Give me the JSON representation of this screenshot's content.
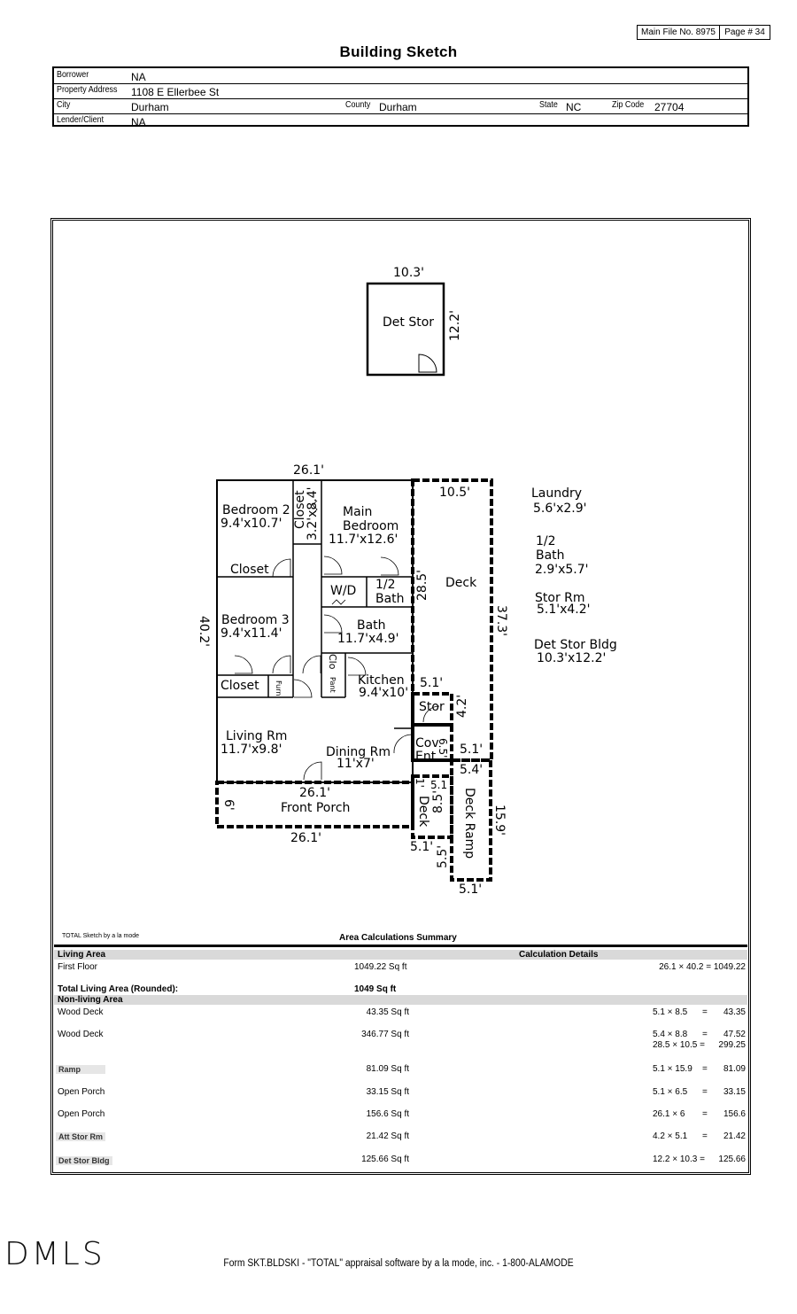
{
  "header": {
    "main_file": "Main File No. 8975",
    "page": "Page # 34",
    "title": "Building Sketch"
  },
  "info": {
    "borrower_label": "Borrower",
    "borrower": "NA",
    "address_label": "Property Address",
    "address": "1108 E Ellerbee St",
    "city_label": "City",
    "city": "Durham",
    "county_label": "County",
    "county": "Durham",
    "state_label": "State",
    "state": "NC",
    "zip_label": "Zip Code",
    "zip": "27704",
    "lender_label": "Lender/Client",
    "lender": "NA"
  },
  "sketch": {
    "det_stor_w": "10.3'",
    "det_stor_h": "12.2'",
    "det_stor": "Det Stor",
    "top_width": "26.1'",
    "left_height": "40.2'",
    "bedroom2": "Bedroom 2",
    "bedroom2_dim": "9.4'x10.7'",
    "closet_v": "Closet",
    "closet_v_dim": "3.2'x8.4'",
    "main_bed_1": "Main",
    "main_bed_2": "Bedroom",
    "main_bed_dim": "11.7'x12.6'",
    "closet1": "Closet",
    "wd": "W/D",
    "half_bath_1": "1/2",
    "half_bath_2": "Bath",
    "bedroom3": "Bedroom 3",
    "bedroom3_dim": "9.4'x11.4'",
    "bath": "Bath",
    "bath_dim": "11.7'x4.9'",
    "clo": "Clo",
    "closet2": "Closet",
    "furn": "Furn",
    "pant": "Pant",
    "kitchen": "Kitchen",
    "kitchen_dim": "9.4'x10'",
    "living": "Living Rm",
    "living_dim": "11.7'x9.8'",
    "dining": "Dining Rm",
    "dining_dim": "11'x7'",
    "porch_top": "26.1'",
    "porch_side": "6'",
    "front_porch": "Front Porch",
    "porch_bottom": "26.1'",
    "deck_top": "10.5'",
    "deck": "Deck",
    "deck_left": "28.5'",
    "deck_right": "37.3'",
    "stor_top": "5.1'",
    "stor": "Stor",
    "stor_side": "4.2'",
    "cov": "Cov",
    "ent": "Ent",
    "cov_side": "6.5'",
    "cov_right": "5.1'",
    "ramp_top": "5.4'",
    "small_deck": "Deck",
    "small_deck_top": "5.1",
    "small_deck_left": "1'",
    "small_deck_side": "8.5'",
    "small_deck_bottom": "5.1'",
    "ramp": "Deck Ramp",
    "ramp_right": "15.9'",
    "ramp_left": "5.5'",
    "ramp_bottom": "5.1'",
    "laundry": "Laundry",
    "laundry_dim": "5.6'x2.9'",
    "half_bath_legend_1": "1/2",
    "half_bath_legend_2": "Bath",
    "half_bath_legend_dim": "2.9'x5.7'",
    "stor_rm": "Stor Rm",
    "stor_rm_dim": "5.1'x4.2'",
    "det_stor_bldg": "Det Stor Bldg",
    "det_stor_bldg_dim": "10.3'x12.2'"
  },
  "calc": {
    "software": "TOTAL Sketch by a la mode",
    "summary_title": "Area Calculations Summary",
    "living_area": "Living Area",
    "calc_details": "Calculation Details",
    "first_floor": "First Floor",
    "first_floor_area": "1049.22 Sq ft",
    "first_floor_calc": "26.1 × 40.2 = 1049.22",
    "total_label": "Total Living Area (Rounded):",
    "total_value": "1049 Sq ft",
    "non_living": "Non-living Area",
    "rows": [
      {
        "label": "Wood Deck",
        "area": "43.35 Sq ft",
        "formula": "5.1 × 8.5",
        "eq": "=",
        "result": "43.35",
        "tag": false
      },
      {
        "label": "Wood Deck",
        "area": "346.77 Sq ft",
        "formula": "5.4 × 8.8",
        "eq": "=",
        "result": "47.52",
        "formula2": "28.5 × 10.5 =",
        "result2": "299.25",
        "tag": false
      },
      {
        "label": "Ramp",
        "area": "81.09 Sq ft",
        "formula": "5.1 × 15.9",
        "eq": "=",
        "result": "81.09",
        "tag": true
      },
      {
        "label": "Open Porch",
        "area": "33.15 Sq ft",
        "formula": "5.1 × 6.5",
        "eq": "=",
        "result": "33.15",
        "tag": false
      },
      {
        "label": "Open Porch",
        "area": "156.6 Sq ft",
        "formula": "26.1 × 6",
        "eq": "=",
        "result": "156.6",
        "tag": false
      },
      {
        "label": "Att Stor Rm",
        "area": "21.42 Sq ft",
        "formula": "4.2 × 5.1",
        "eq": "=",
        "result": "21.42",
        "tag": true
      },
      {
        "label": "Det Stor Bldg",
        "area": "125.66 Sq ft",
        "formula": "12.2 × 10.3 =",
        "eq": "",
        "result": "125.66",
        "tag": true
      }
    ]
  },
  "footer": {
    "form": "Form SKT.BLDSKI - \"TOTAL\" appraisal software by a la mode, inc. - 1-800-ALAMODE",
    "logo": "DMLS"
  }
}
